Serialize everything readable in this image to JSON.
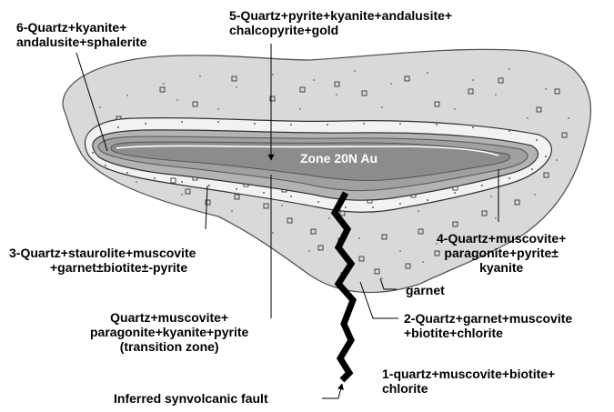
{
  "labels": {
    "zone6": [
      "6-Quartz+kyanite+",
      "andalusite+sphalerite"
    ],
    "zone5": [
      "5-Quartz+pyrite+kyanite+andalusite+",
      "chalcopyrite+gold"
    ],
    "zone3": [
      "3-Quartz+staurolite+muscovite",
      "+garnet±biotite±-pyrite"
    ],
    "zone4": [
      "4-Quartz+muscovite+",
      "paragonite+pyrite±",
      "kyanite"
    ],
    "garnet": "garnet",
    "transition": [
      "Quartz+muscovite+",
      "paragonite+kyanite+pyrite",
      "(transition zone)"
    ],
    "zone2": [
      "2-Quartz+garnet+muscovite",
      "+biotite+chlorite"
    ],
    "zone1": [
      "1-quartz+muscovite+biotite+",
      "chlorite"
    ],
    "fault": "Inferred synvolcanic fault",
    "core": "Zone 20N Au"
  },
  "colors": {
    "outer_zone": "#d9d9d9",
    "rim_zone": "#f2f2f2",
    "mid_zone": "#b3b3b3",
    "core_zone": "#8c8c8c",
    "fault": "#000000"
  }
}
